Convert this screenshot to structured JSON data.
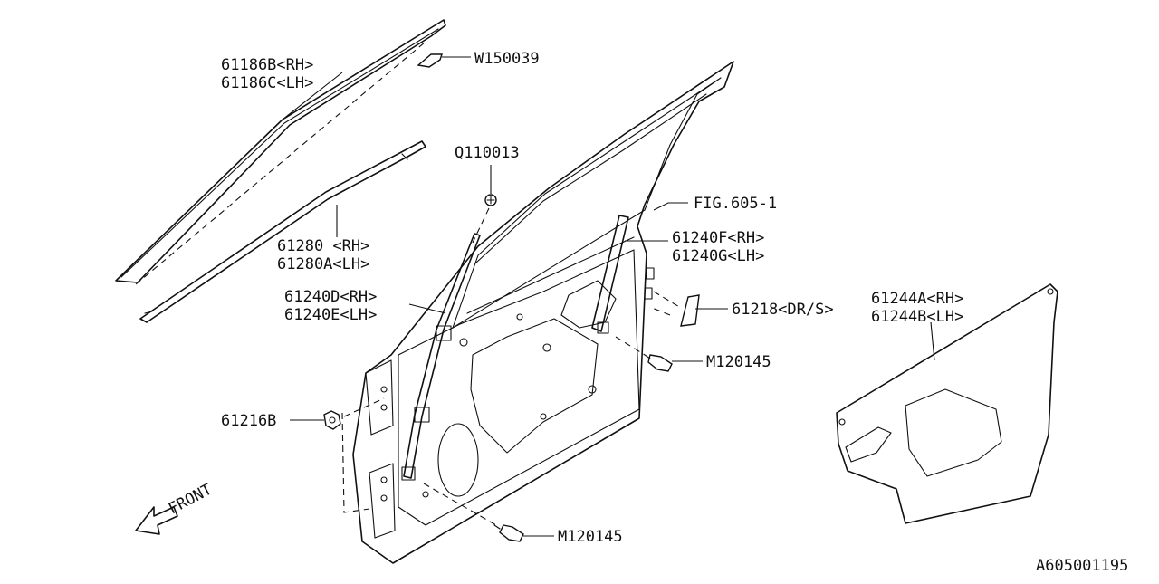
{
  "diagram": {
    "callouts": {
      "molding_rh": "61186B<RH>",
      "molding_lh": "61186C<LH>",
      "clip_w": "W150039",
      "screw_q": "Q110013",
      "fig_ref": "FIG.605-1",
      "weatherstrip_rh": "61280 <RH>",
      "weatherstrip_lh": "61280A<LH>",
      "rear_channel_rh": "61240F<RH>",
      "rear_channel_lh": "61240G<LH>",
      "front_channel_rh": "61240D<RH>",
      "front_channel_lh": "61240E<LH>",
      "cap": "61218<DR/S>",
      "sealing_cover_rh": "61244A<RH>",
      "sealing_cover_lh": "61244B<LH>",
      "bolt_upper": "M120145",
      "nut": "61216B",
      "bolt_lower": "M120145",
      "front_indicator": "FRONT",
      "diagram_code": "A605001195"
    }
  }
}
